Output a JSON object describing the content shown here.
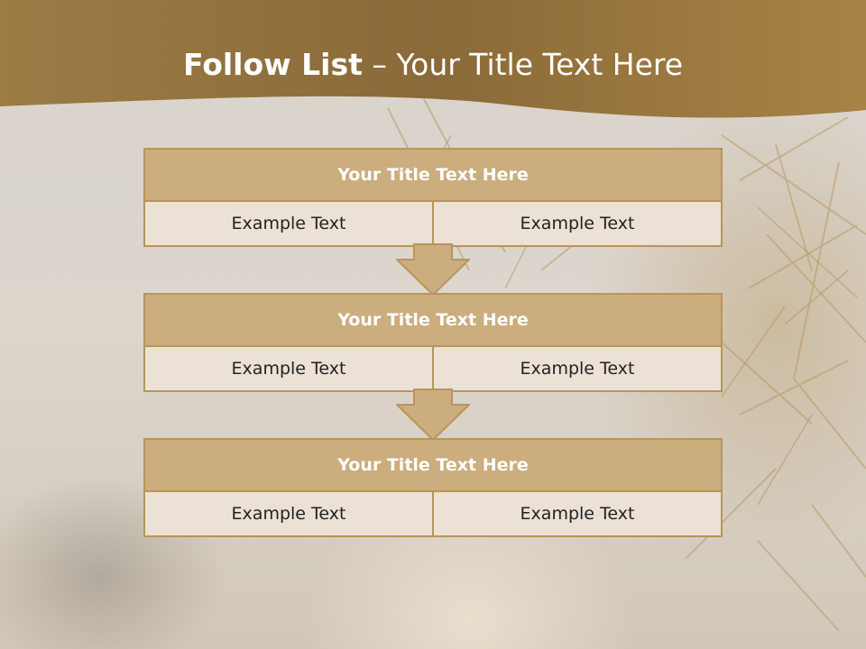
{
  "header": {
    "title_bold": "Follow List",
    "title_rest": " – Your Title Text Here"
  },
  "steps": [
    {
      "title": "Your Title Text Here",
      "left": "Example Text",
      "right": "Example Text"
    },
    {
      "title": "Your Title Text Here",
      "left": "Example Text",
      "right": "Example Text"
    },
    {
      "title": "Your Title Text Here",
      "left": "Example Text",
      "right": "Example Text"
    }
  ],
  "colors": {
    "header_band": "#a98346",
    "block_title": "#cbad7e",
    "block_cell": "#ebe1d6",
    "border": "#b8955a",
    "arrow_fill": "#cbad7e"
  }
}
